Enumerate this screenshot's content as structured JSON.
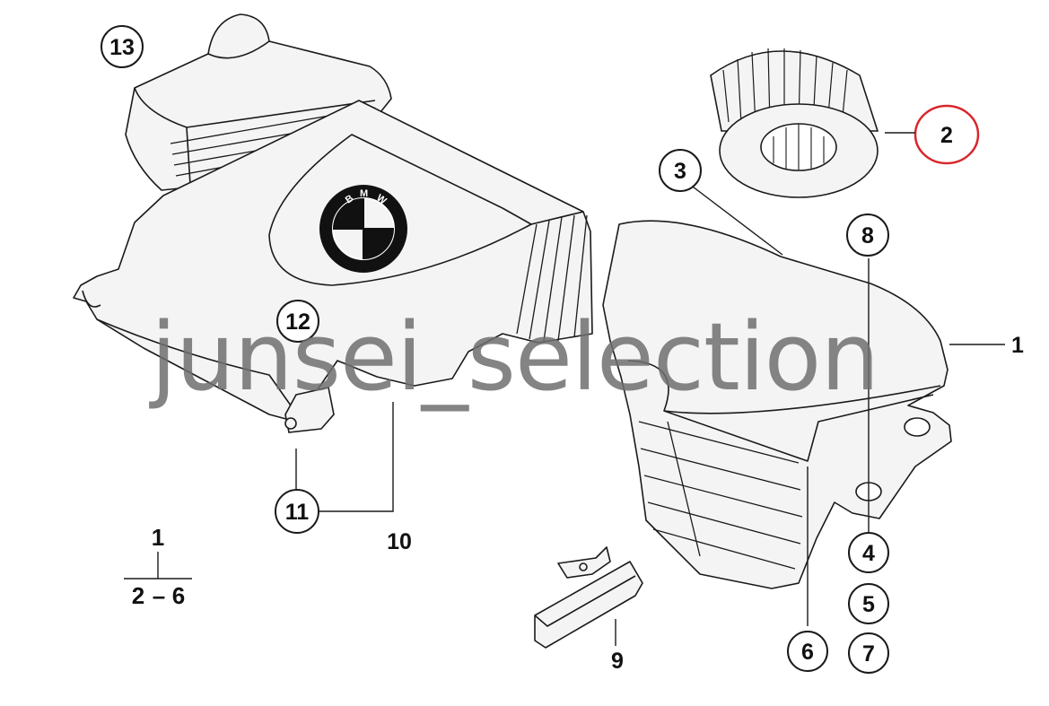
{
  "diagram": {
    "callouts": {
      "c1": "1",
      "c2": "2",
      "c3": "3",
      "c4": "4",
      "c5": "5",
      "c6": "6",
      "c7": "7",
      "c8": "8",
      "c9": "9",
      "c10": "10",
      "c11": "11",
      "c12": "12",
      "c13": "13"
    },
    "legend": {
      "top": "1",
      "bottom_from": "2",
      "dash": "–",
      "bottom_to": "6"
    },
    "logo_letters": [
      "B",
      "M",
      "W"
    ],
    "highlighted_part": "2",
    "watermark": "junsei_selection"
  },
  "colors": {
    "part_fill": "#f4f4f4",
    "outline": "#1a1a1a",
    "highlight_ring": "#d9262c",
    "watermark": "#6e6e6e"
  }
}
